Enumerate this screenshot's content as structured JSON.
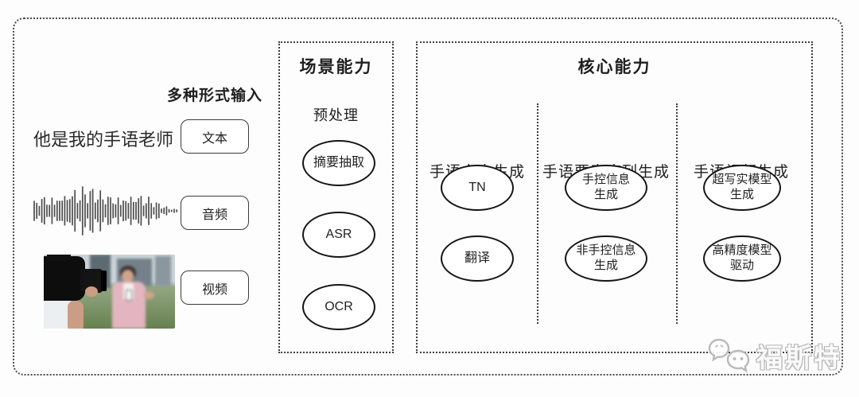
{
  "input_section": {
    "label": "多种形式输入",
    "sample_text": "他是我的手语老师",
    "items": [
      {
        "label": "文本"
      },
      {
        "label": "音频"
      },
      {
        "label": "视频"
      }
    ]
  },
  "scene_box": {
    "title": "场景能力",
    "subtitle": "预处理",
    "nodes": [
      "摘要抽取",
      "ASR",
      "OCR"
    ]
  },
  "core_box": {
    "title": "核心能力",
    "columns": [
      {
        "header": "手语文本生成",
        "nodes": [
          "TN",
          "翻译"
        ]
      },
      {
        "header": "手语要素序列生成",
        "nodes": [
          "手控信息\n生成",
          "非手控信息\n生成"
        ]
      },
      {
        "header": "手语视频生成",
        "nodes": [
          "超写实模型\n生成",
          "高精度模型\n驱动"
        ]
      }
    ]
  },
  "watermark": {
    "text": "福斯特"
  },
  "colors": {
    "line": "#3d3d3d",
    "node_border": "#151515",
    "text": "#1f1f1f",
    "watermark_gray": "#b9b9b9",
    "background": "#fdfdfd"
  }
}
